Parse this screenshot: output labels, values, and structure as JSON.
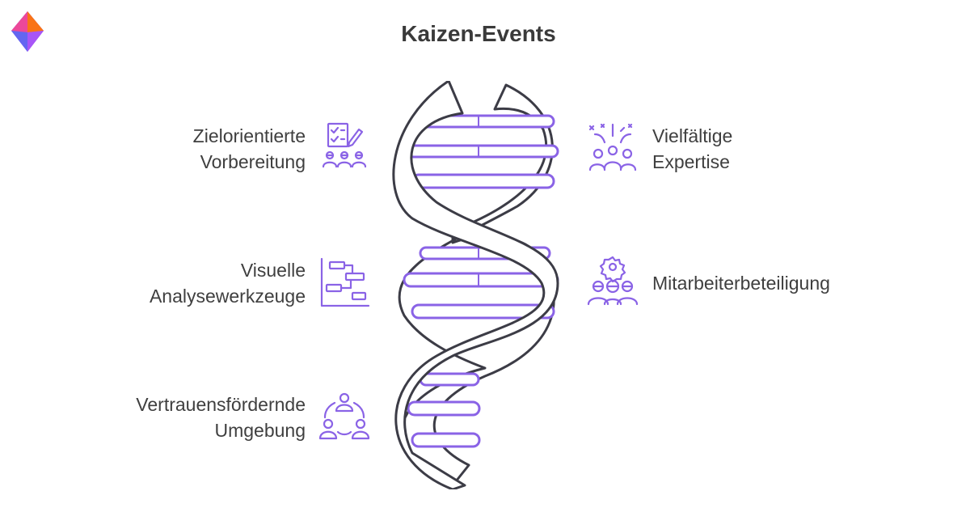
{
  "title": "Kaizen-Events",
  "colors": {
    "accent": "#8a63e6",
    "helix_outline": "#3c3c46",
    "text": "#3f3f3f"
  },
  "items": [
    {
      "label": "Zielorientierte\nVorbereitung",
      "icon": "checklist-team-icon"
    },
    {
      "label": "Vielfältige\nExpertise",
      "icon": "team-celebration-icon"
    },
    {
      "label": "Visuelle\nAnalysewerkzeuge",
      "icon": "flowchart-icon"
    },
    {
      "label": "Mitarbeiterbeteiligung",
      "icon": "gear-team-icon"
    },
    {
      "label": "Vertrauensfördernde\nUmgebung",
      "icon": "connected-people-icon"
    }
  ]
}
